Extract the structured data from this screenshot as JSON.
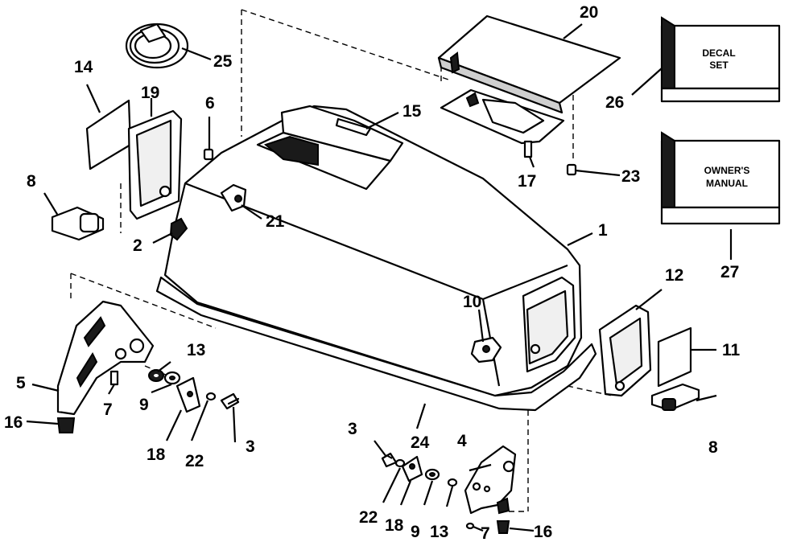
{
  "callouts": {
    "c1": "1",
    "c2": "2",
    "c3a": "3",
    "c3b": "3",
    "c4": "4",
    "c5": "5",
    "c6": "6",
    "c7a": "7",
    "c7b": "7",
    "c8a": "8",
    "c8b": "8",
    "c9a": "9",
    "c9b": "9",
    "c10": "10",
    "c11": "11",
    "c12": "12",
    "c13a": "13",
    "c13b": "13",
    "c14": "14",
    "c15": "15",
    "c16a": "16",
    "c16b": "16",
    "c17": "17",
    "c18a": "18",
    "c18b": "18",
    "c19": "19",
    "c20": "20",
    "c21": "21",
    "c22a": "22",
    "c22b": "22",
    "c23": "23",
    "c24": "24",
    "c25": "25",
    "c26": "26",
    "c27": "27"
  },
  "boxes": {
    "decal_line1": "DECAL",
    "decal_line2": "SET",
    "manual_line1": "OWNER'S",
    "manual_line2": "MANUAL"
  }
}
